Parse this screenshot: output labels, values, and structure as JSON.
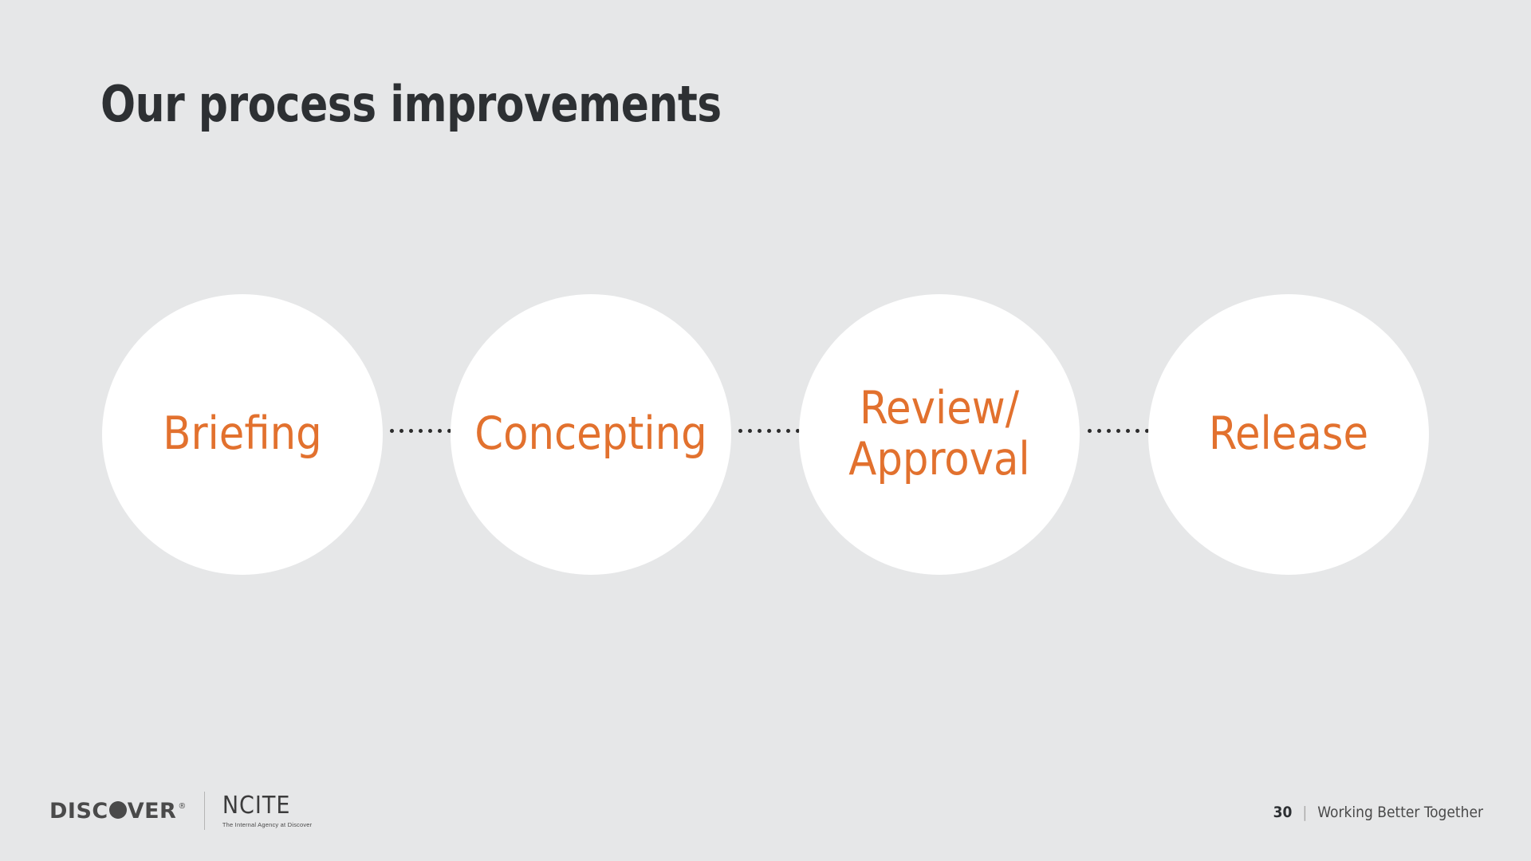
{
  "slide": {
    "title": "Our process improvements",
    "background_color": "#E6E7E8",
    "title_color": "#2D3033",
    "accent_color": "#E2712E",
    "circle_color": "#FFFFFF",
    "connector_color": "#2B2B2B"
  },
  "process": {
    "steps": [
      {
        "label": "Briefing"
      },
      {
        "label": "Concepting"
      },
      {
        "label": "Review/\nApproval"
      },
      {
        "label": "Release"
      }
    ],
    "connectors": [
      {
        "dots": 7,
        "arrowhead": "triangle-right"
      },
      {
        "dots": 7,
        "arrowhead": "triangle-right"
      },
      {
        "dots": 7,
        "arrowhead": "triangle-right"
      }
    ]
  },
  "footer": {
    "discover": {
      "pre": "DISC",
      "post": "VER",
      "registered": "®"
    },
    "ncite": {
      "wordmark": "NCITE",
      "tagline": "The Internal Agency at Discover"
    },
    "page_number": "30",
    "separator": "|",
    "deck_name": "Working Better Together"
  }
}
